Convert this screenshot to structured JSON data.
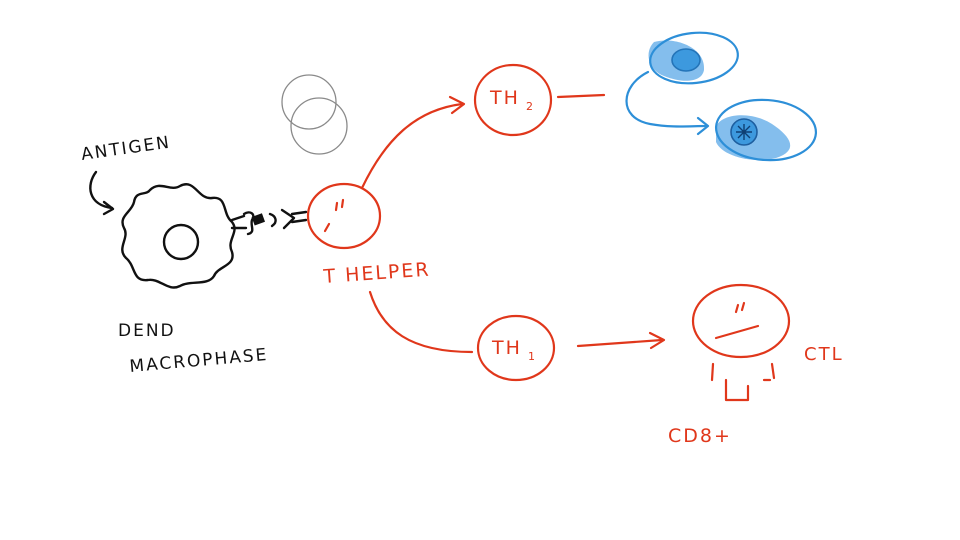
{
  "labels": {
    "antigen": "ANTIGEN",
    "dend": "DEND",
    "macrophage": "MACROPHASE",
    "t_helper": "T HELPER",
    "th2_text": "TH",
    "th2_sub": "2",
    "th1_text": "TH",
    "th1_sub": "1",
    "ctl": "CTL",
    "cd8": "CD8+"
  },
  "colors": {
    "ink_black": "#111111",
    "ink_red": "#e0371b",
    "ink_blue": "#2d8fd8",
    "fill_blue": "#6fb3ea",
    "gray": "#8a8a8a"
  }
}
